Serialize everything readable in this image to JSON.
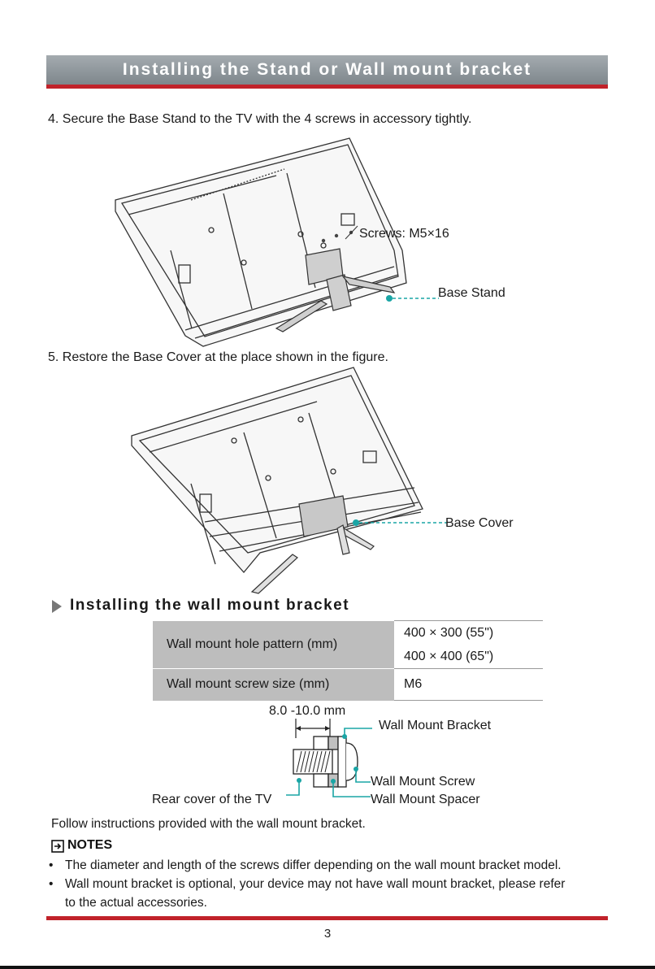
{
  "header": {
    "title": "Installing the Stand or Wall mount bracket"
  },
  "step4": {
    "text": "4. Secure the Base Stand to the TV with the 4 screws in accessory tightly.",
    "callout_screws": "Screws: M5×16",
    "callout_stand": "Base Stand"
  },
  "step5": {
    "text": "5. Restore the Base Cover at the place shown in the figure.",
    "callout_cover": "Base Cover"
  },
  "wall_section": {
    "heading": "Installing the wall mount bracket",
    "table": {
      "row1_label": "Wall mount hole pattern (mm)",
      "row1_value_a": "400 × 300 (55\")",
      "row1_value_b": "400 × 400 (65\")",
      "row2_label": "Wall mount screw size (mm)",
      "row2_value": "M6"
    },
    "diagram": {
      "dimension": "8.0 -10.0 mm",
      "bracket": "Wall Mount Bracket",
      "screw": "Wall Mount Screw",
      "spacer": "Wall Mount Spacer",
      "rear_cover": "Rear cover of the TV"
    },
    "follow_text": "Follow instructions provided with the wall mount bracket."
  },
  "notes": {
    "heading": "NOTES",
    "items": [
      "The diameter and length of the screws differ depending on the wall mount bracket model.",
      "Wall mount bracket is optional, your device may not have wall mount bracket, please refer",
      "to the actual accessories."
    ]
  },
  "footer": {
    "page_number": "3"
  },
  "colors": {
    "accent_red": "#c1222a",
    "callout_teal": "#1aa5a5",
    "table_gray": "#bdbdbd"
  }
}
